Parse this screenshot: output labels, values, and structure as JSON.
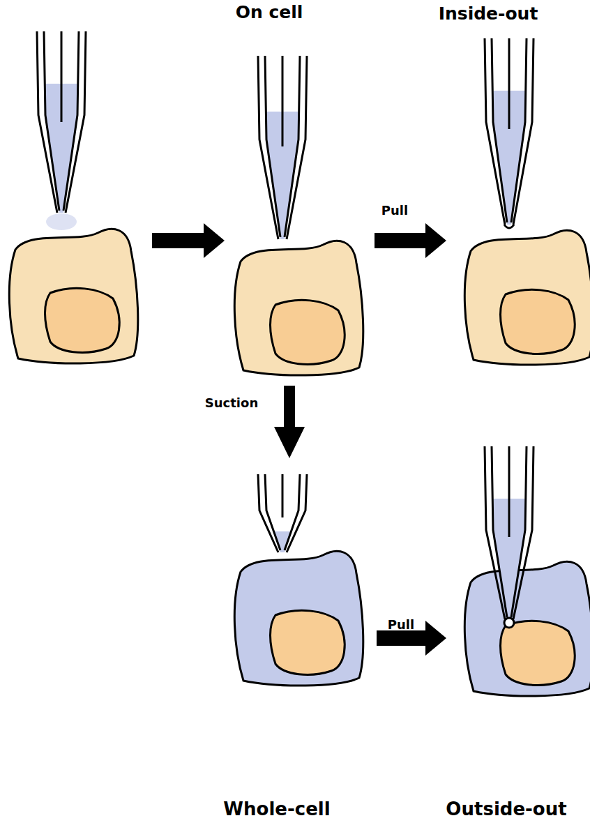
{
  "diagram": {
    "labels": [
      "On cell",
      "Inside-out",
      "Pull",
      "Suction",
      "Pull",
      "Whole-cell",
      "Outside-out"
    ]
  }
}
